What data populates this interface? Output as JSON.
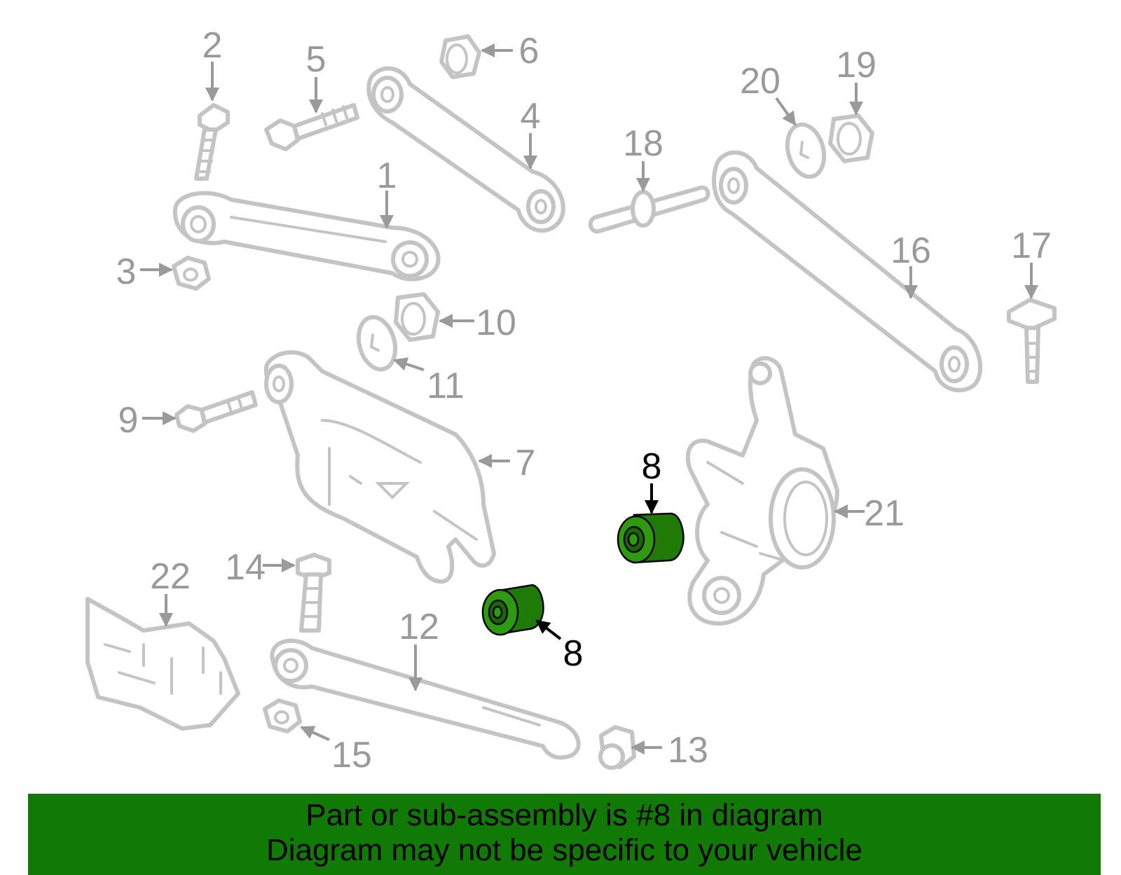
{
  "diagram": {
    "highlight_color": "#1f7a06",
    "callouts": [
      "1",
      "2",
      "3",
      "4",
      "5",
      "6",
      "7",
      "8",
      "9",
      "10",
      "11",
      "12",
      "13",
      "14",
      "15",
      "16",
      "17",
      "18",
      "19",
      "20",
      "21",
      "22"
    ],
    "highlighted_callout": "8"
  },
  "banner": {
    "background": "#117a04",
    "line1": "Part or sub-assembly is #8 in diagram",
    "line2": "Diagram may not be specific to your vehicle"
  }
}
